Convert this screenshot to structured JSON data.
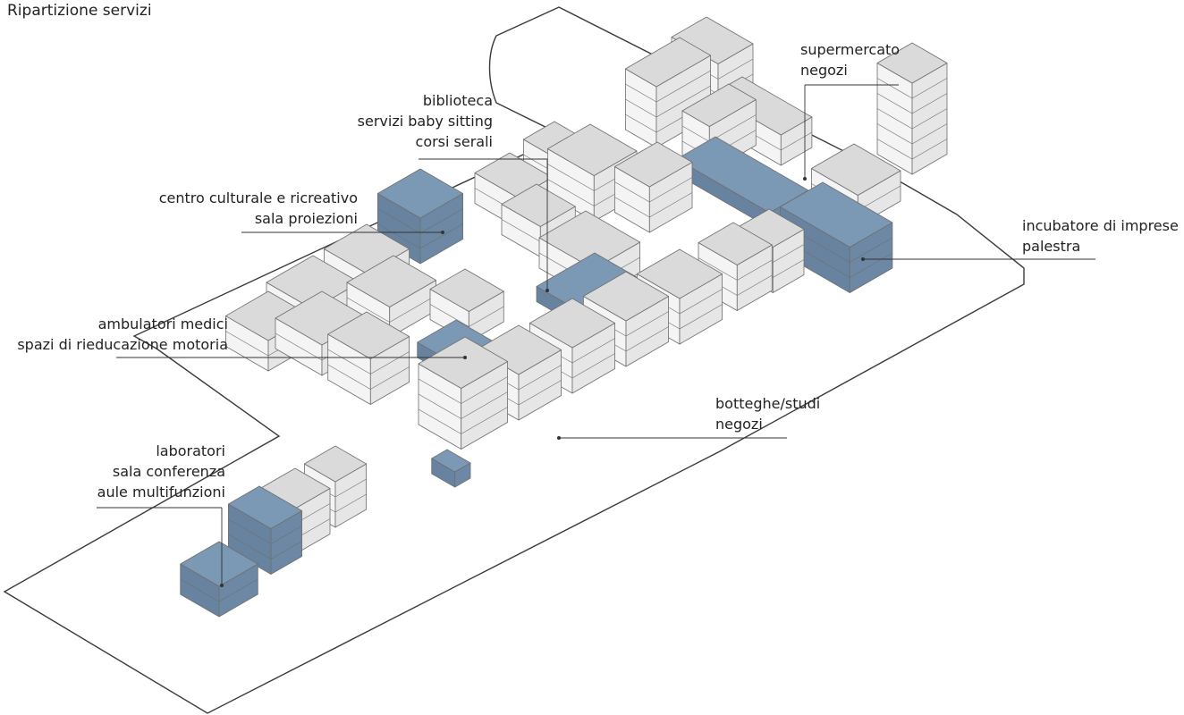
{
  "title": "Ripartizione servizi",
  "labels": {
    "supermercato": {
      "lines": [
        "supermercato",
        "negozi"
      ]
    },
    "biblioteca": {
      "lines": [
        "biblioteca",
        "servizi baby sitting",
        "corsi  serali"
      ]
    },
    "centro": {
      "lines": [
        "centro culturale e ricreativo",
        "sala proiezioni"
      ]
    },
    "incubatore": {
      "lines": [
        "incubatore di imprese",
        "palestra"
      ]
    },
    "ambulatori": {
      "lines": [
        "ambulatori medici",
        "spazi di rieducazione motoria"
      ]
    },
    "botteghe": {
      "lines": [
        "botteghe/studi",
        "negozi"
      ]
    },
    "laboratori": {
      "lines": [
        "laboratori",
        "sala conferenza",
        "aule multifunzioni"
      ]
    }
  },
  "colors": {
    "service": "#7b98b4",
    "service_side": "#6c88a5",
    "service_front": "#6883a0",
    "roof": "#dadada",
    "wall_left": "#f4f4f4",
    "wall_right": "#e6e6e6",
    "edge": "#6f6f6f",
    "site_outline": "#3a3a3a",
    "leader": "#333333"
  }
}
